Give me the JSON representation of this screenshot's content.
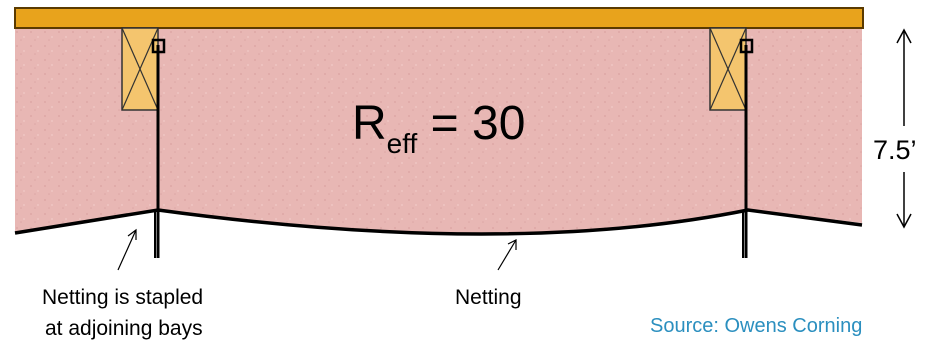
{
  "r_value": {
    "symbol": "R",
    "subscript": "eff",
    "equals": "= 30"
  },
  "height": "7.5’",
  "labels": {
    "stapled_line1": "Netting is stapled",
    "stapled_line2": "at adjoining bays",
    "netting": "Netting"
  },
  "source": "Source: Owens Corning",
  "colors": {
    "insulation": "#e8b6b3",
    "deck": "#e8a31c",
    "joist": "#f2c26b",
    "source_text": "#2b8fbf"
  }
}
